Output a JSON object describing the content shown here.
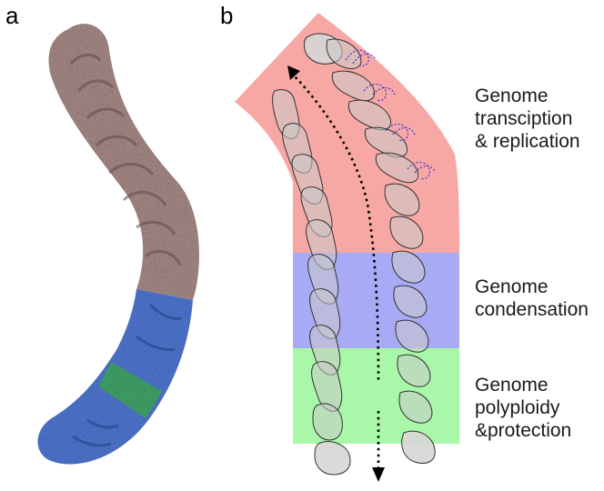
{
  "panels": {
    "a": {
      "letter": "a"
    },
    "b": {
      "letter": "b"
    }
  },
  "zones": [
    {
      "id": "transcription",
      "lines": [
        "Genome",
        "transciption",
        "& replication"
      ],
      "color": "#f8a8a4"
    },
    {
      "id": "condensation",
      "lines": [
        "Genome",
        "condensation"
      ],
      "color": "#a9aaf5"
    },
    {
      "id": "polyploidy",
      "lines": [
        "Genome",
        "polyploidy",
        "&protection"
      ],
      "color": "#a9f7a9"
    }
  ],
  "micrograph_regions": [
    {
      "id": "brown",
      "color": "#a08582"
    },
    {
      "id": "blue",
      "color": "#4d72c9"
    },
    {
      "id": "green",
      "color": "#3f9e66"
    }
  ]
}
